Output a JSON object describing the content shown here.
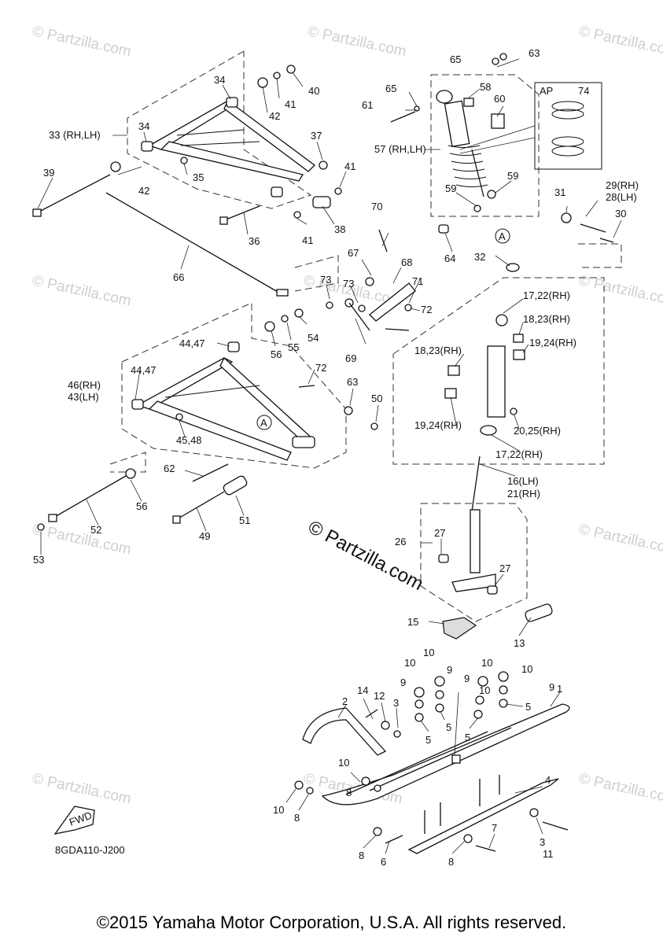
{
  "watermark": "© Partzilla.com",
  "diagram_code": "8GDA110-J200",
  "fwd_label": "FWD",
  "copyright": "©2015 Yamaha Motor Corporation, U.S.A. All rights reserved.",
  "ap_label": "AP",
  "ref_marker": "A",
  "callouts": [
    "1",
    "2",
    "3",
    "3",
    "4",
    "5",
    "5",
    "5",
    "5",
    "6",
    "7",
    "8",
    "8",
    "8",
    "8",
    "9",
    "9",
    "9",
    "9",
    "10",
    "10",
    "10",
    "10",
    "10",
    "10",
    "10",
    "11",
    "12",
    "13",
    "14",
    "15",
    "16(LH)",
    "21(RH)",
    "17,22(RH)",
    "17,22(RH)",
    "18,23(RH)",
    "18,23(RH)",
    "19,24(RH)",
    "19,24(RH)",
    "20,25(RH)",
    "26",
    "27",
    "27",
    "29(RH)",
    "28(LH)",
    "30",
    "31",
    "32",
    "33 (RH,LH)",
    "34",
    "34",
    "35",
    "36",
    "37",
    "38",
    "39",
    "40",
    "41",
    "41",
    "41",
    "42",
    "42",
    "44,47",
    "44,47",
    "45,48",
    "46(RH)",
    "43(LH)",
    "49",
    "50",
    "51",
    "52",
    "53",
    "54",
    "55",
    "56",
    "56",
    "57 (RH,LH)",
    "58",
    "59",
    "59",
    "60",
    "61",
    "62",
    "63",
    "63",
    "64",
    "65",
    "65",
    "66",
    "67",
    "68",
    "69",
    "70",
    "71",
    "72",
    "72",
    "73",
    "73",
    "74"
  ]
}
